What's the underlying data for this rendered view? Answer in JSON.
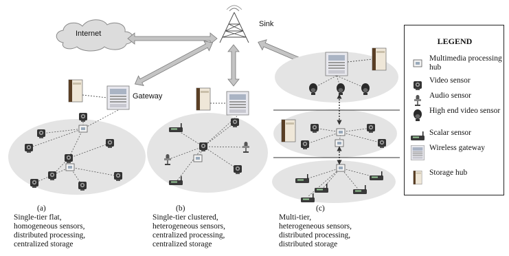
{
  "nodes": {
    "internet": "Internet",
    "sink": "Sink",
    "gateway": "Gateway"
  },
  "captions": [
    {
      "tag": "(a)",
      "lines": [
        "Single-tier flat,",
        "homogeneous sensors,",
        "distributed processing,",
        "centralized storage"
      ]
    },
    {
      "tag": "(b)",
      "lines": [
        "Single-tier clustered,",
        "heterogeneous sensors,",
        "centralized processing,",
        "centralized storage"
      ]
    },
    {
      "tag": "(c)",
      "lines": [
        "Multi-tier,",
        "heterogeneous sensors,",
        "distributed processing,",
        "distributed storage"
      ]
    }
  ],
  "legend": {
    "title": "LEGEND",
    "items": [
      {
        "label": "Multimedia processing hub",
        "icon": "multimedia-hub-icon"
      },
      {
        "label": "Video sensor",
        "icon": "video-sensor-icon"
      },
      {
        "label": "Audio sensor",
        "icon": "audio-sensor-icon"
      },
      {
        "label": "High end video sensor",
        "icon": "high-end-video-sensor-icon"
      },
      {
        "label": "Scalar sensor",
        "icon": "scalar-sensor-icon"
      },
      {
        "label": "Wireless gateway",
        "icon": "wireless-gateway-icon"
      },
      {
        "label": "Storage hub",
        "icon": "storage-hub-icon"
      }
    ]
  },
  "colors": {
    "cloud": "#dcdcdc",
    "ellipse": "#e4e4e4",
    "arrow": "#bfbfbf",
    "line": "#444444"
  }
}
